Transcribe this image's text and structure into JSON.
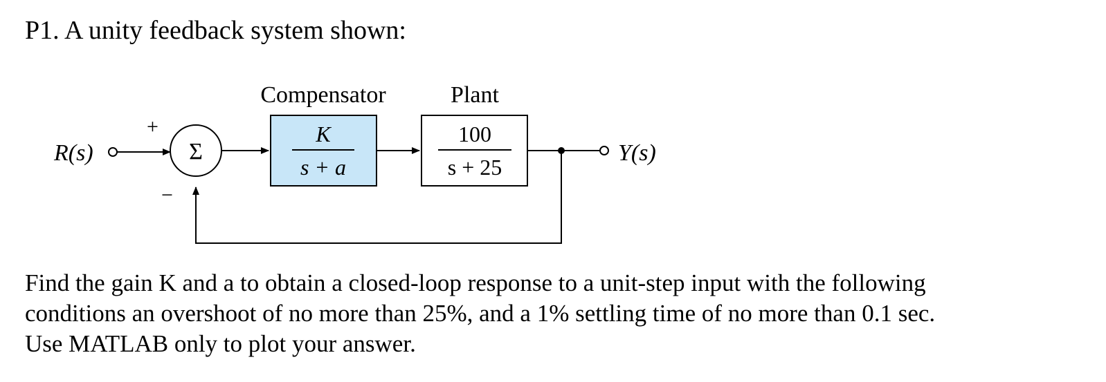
{
  "problem": {
    "title": "P1. A unity feedback system shown:",
    "lines": [
      "Find the gain K and a to obtain a closed-loop response to a unit-step input with the following",
      "conditions an overshoot of no more than 25%, and a 1% settling time of no more than 0.1 sec.",
      "Use MATLAB only to plot your answer."
    ]
  },
  "diagram": {
    "input_label": "R(s)",
    "output_label": "Y(s)",
    "summing_symbol": "Σ",
    "plus_sign": "+",
    "minus_sign": "−",
    "compensator": {
      "caption": "Compensator",
      "numerator": "K",
      "denominator": "s + a",
      "fill": "#c8e6f8"
    },
    "plant": {
      "caption": "Plant",
      "numerator": "100",
      "denominator": "s + 25",
      "fill": "#ffffff"
    }
  }
}
